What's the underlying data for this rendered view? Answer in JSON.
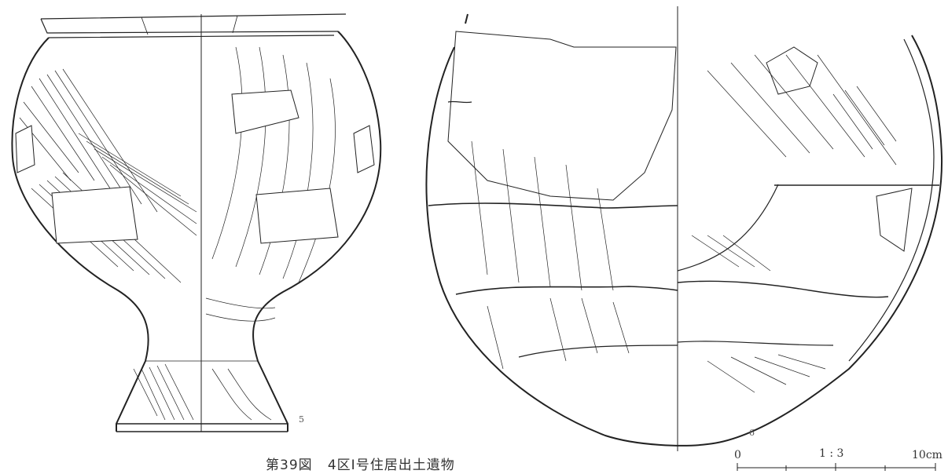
{
  "figure": {
    "caption_number": "第39図",
    "caption_title": "4区Ⅰ号住居出土遺物"
  },
  "objects": [
    {
      "label": "5"
    },
    {
      "label": "6"
    }
  ],
  "scale_bar": {
    "start_label": "0",
    "ratio_label": "1 : 3",
    "end_label": "10cm"
  }
}
